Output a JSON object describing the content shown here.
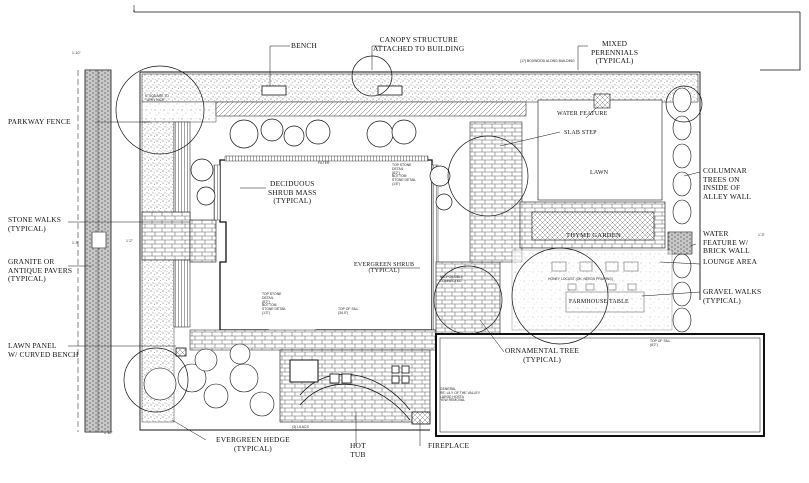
{
  "callouts": {
    "bench": "BENCH",
    "canopy": [
      "CANOPY STRUCTURE",
      "ATTACHED TO BUILDING"
    ],
    "mixed_perennials": [
      "MIXED",
      "PERENNIALS",
      "(TYPICAL)"
    ],
    "parkway_fence": "PARKWAY FENCE",
    "water_feature": "WATER FEATURE",
    "slab_step": "SLAB STEP",
    "lawn": "LAWN",
    "deciduous": [
      "DECIDUOUS",
      "SHRUB MASS",
      "(TYPICAL)"
    ],
    "columnar": [
      "COLUMNAR",
      "TREES ON",
      "INSIDE OF",
      "ALLEY WALL"
    ],
    "stone_walks": [
      "STONE WALKS",
      "(TYPICAL)"
    ],
    "thyme_garden": "THYME GARDEN",
    "water_feature_brick": [
      "WATER",
      "FEATURE w/",
      "BRICK WALL"
    ],
    "granite": [
      "GRANITE OR",
      "ANTIQUE PAVERS",
      "(TYPICAL)"
    ],
    "evergreen_shrub": [
      "EVERGREEN SHRUB",
      "(TYPICAL)"
    ],
    "lounge_area": "LOUNGE AREA",
    "gravel_walks": [
      "GRAVEL WALKS",
      "(TYPICAL)"
    ],
    "farmhouse_table": "FARMHOUSE TABLE",
    "lawn_panel": [
      "LAWN PANEL",
      "w/ CURVED BENCH"
    ],
    "ornamental_tree": [
      "ORNAMENTAL TREE",
      "(TYPICAL)"
    ],
    "evergreen_hedge": [
      "EVERGREEN HEDGE",
      "(TYPICAL)"
    ],
    "hot_tub": [
      "HOT",
      "TUB"
    ],
    "fireplace": "FIREPLACE"
  },
  "notes": {
    "boxwood": "(17) BOXWOOD ALONG BUILDING",
    "square_tree": [
      "5\" SQUARE TO",
      "\"VERY NICE\""
    ],
    "filter": "FILTER",
    "top_stone_right": [
      "TOP STONE",
      "DETAIL",
      "(8'2\")",
      "BOTTOM",
      "STONE DETAIL",
      "(1'8\")"
    ],
    "top_stone_bottom": [
      "TOP STONE",
      "DETAIL",
      "(8'2\")",
      "BOTTOM",
      "STONE DETAIL",
      "(1'3\")"
    ],
    "top_sill": [
      "TOP OF SILL",
      "(34.0\")"
    ],
    "possibly": [
      "MD-POSSIBLY",
      "CONNECTED"
    ],
    "honey_locust": "HONEY LOCUST (OK, NEEDS PRUNING)",
    "top_sill_right": [
      "TOP OF SILL",
      "(8'2\")"
    ],
    "remove_notes": [
      "GENERAL",
      "RE: LILY OF THE VALLEY",
      "LARGE HOSTA",
      "YEW REMOVAL"
    ],
    "lilacs": "(3) LILACS",
    "dim_left_a": "1'-10\"",
    "dim_left_b": "1'-9\"",
    "dim_left_c": "1'-2\"",
    "dim_left_d": "1'-10\"",
    "dim_right": "1'-3\""
  },
  "colors": {
    "ink": "#111111",
    "paper": "#ffffff"
  }
}
